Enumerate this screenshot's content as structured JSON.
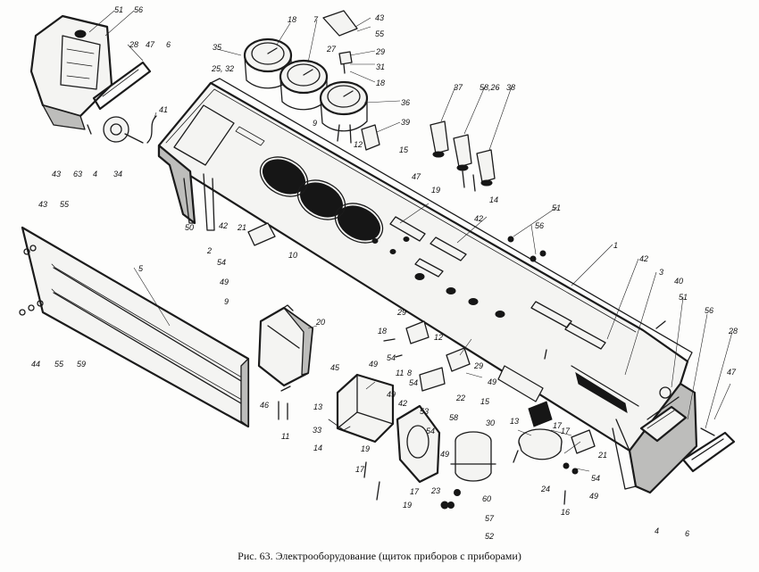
{
  "caption": "Рис. 63. Электрооборудование (щиток приборов с приборами)",
  "callouts": [
    {
      "id": "c51a",
      "label": "51"
    },
    {
      "id": "c56a",
      "label": "56"
    },
    {
      "id": "c28a",
      "label": "28"
    },
    {
      "id": "c47a",
      "label": "47"
    },
    {
      "id": "c6a",
      "label": "6"
    },
    {
      "id": "c41",
      "label": "41"
    },
    {
      "id": "c43a",
      "label": "43"
    },
    {
      "id": "c63",
      "label": "63"
    },
    {
      "id": "c4a",
      "label": "4"
    },
    {
      "id": "c34",
      "label": "34"
    },
    {
      "id": "c18a",
      "label": "18"
    },
    {
      "id": "c7",
      "label": "7"
    },
    {
      "id": "c35",
      "label": "35"
    },
    {
      "id": "c27",
      "label": "27"
    },
    {
      "id": "c25",
      "label": "25, 32"
    },
    {
      "id": "c43b",
      "label": "43"
    },
    {
      "id": "c55a",
      "label": "55"
    },
    {
      "id": "c29a",
      "label": "29"
    },
    {
      "id": "c31",
      "label": "31"
    },
    {
      "id": "c18b",
      "label": "18"
    },
    {
      "id": "c36",
      "label": "36"
    },
    {
      "id": "c9",
      "label": "9"
    },
    {
      "id": "c39",
      "label": "39"
    },
    {
      "id": "c12a",
      "label": "12"
    },
    {
      "id": "c15a",
      "label": "15"
    },
    {
      "id": "c37",
      "label": "37"
    },
    {
      "id": "c58b",
      "label": "58,26"
    },
    {
      "id": "c38",
      "label": "38"
    },
    {
      "id": "c19a",
      "label": "19"
    },
    {
      "id": "c14a",
      "label": "14"
    },
    {
      "id": "c47b",
      "label": "47"
    },
    {
      "id": "c42a",
      "label": "42"
    },
    {
      "id": "c50",
      "label": "50"
    },
    {
      "id": "c2",
      "label": "2"
    },
    {
      "id": "c42b",
      "label": "42"
    },
    {
      "id": "c51b",
      "label": "51"
    },
    {
      "id": "c56b",
      "label": "56"
    },
    {
      "id": "c1",
      "label": "1"
    },
    {
      "id": "c43c",
      "label": "43"
    },
    {
      "id": "c55b",
      "label": "55"
    },
    {
      "id": "c21a",
      "label": "21"
    },
    {
      "id": "c10",
      "label": "10"
    },
    {
      "id": "c54a",
      "label": "54"
    },
    {
      "id": "c49a",
      "label": "49"
    },
    {
      "id": "c9b",
      "label": "9"
    },
    {
      "id": "c42c",
      "label": "42"
    },
    {
      "id": "c3",
      "label": "3"
    },
    {
      "id": "c5",
      "label": "5"
    },
    {
      "id": "c40",
      "label": "40"
    },
    {
      "id": "c44",
      "label": "44"
    },
    {
      "id": "c55c",
      "label": "55"
    },
    {
      "id": "c59",
      "label": "59"
    },
    {
      "id": "c20",
      "label": "20"
    },
    {
      "id": "c29b",
      "label": "29"
    },
    {
      "id": "c18c",
      "label": "18"
    },
    {
      "id": "c12b",
      "label": "12"
    },
    {
      "id": "c54b",
      "label": "54"
    },
    {
      "id": "c49b",
      "label": "49"
    },
    {
      "id": "c11a",
      "label": "11"
    },
    {
      "id": "c29c",
      "label": "29"
    },
    {
      "id": "c51c",
      "label": "51"
    },
    {
      "id": "c56c",
      "label": "56"
    },
    {
      "id": "c28b",
      "label": "28"
    },
    {
      "id": "c45",
      "label": "45"
    },
    {
      "id": "c8",
      "label": "8"
    },
    {
      "id": "c54c",
      "label": "54"
    },
    {
      "id": "c49c",
      "label": "49"
    },
    {
      "id": "c22",
      "label": "22"
    },
    {
      "id": "c49d",
      "label": "49"
    },
    {
      "id": "c13a",
      "label": "13"
    },
    {
      "id": "c42d",
      "label": "42"
    },
    {
      "id": "c15b",
      "label": "15"
    },
    {
      "id": "c46",
      "label": "46"
    },
    {
      "id": "c53",
      "label": "53"
    },
    {
      "id": "c58",
      "label": "58"
    },
    {
      "id": "c33",
      "label": "33"
    },
    {
      "id": "c54d",
      "label": "54"
    },
    {
      "id": "c30",
      "label": "30"
    },
    {
      "id": "c13b",
      "label": "13"
    },
    {
      "id": "c17a",
      "label": "17"
    },
    {
      "id": "c11b",
      "label": "11"
    },
    {
      "id": "c14b",
      "label": "14"
    },
    {
      "id": "c19b",
      "label": "19"
    },
    {
      "id": "c49e",
      "label": "49"
    },
    {
      "id": "c47c",
      "label": "47"
    },
    {
      "id": "c17b",
      "label": "17"
    },
    {
      "id": "c21b",
      "label": "21"
    },
    {
      "id": "c17c",
      "label": "17"
    },
    {
      "id": "c23",
      "label": "23"
    },
    {
      "id": "c60",
      "label": "60"
    },
    {
      "id": "c17d",
      "label": "17"
    },
    {
      "id": "c24",
      "label": "24"
    },
    {
      "id": "c54e",
      "label": "54"
    },
    {
      "id": "c19c",
      "label": "19"
    },
    {
      "id": "c57",
      "label": "57"
    },
    {
      "id": "c49f",
      "label": "49"
    },
    {
      "id": "c16",
      "label": "16"
    },
    {
      "id": "c4b",
      "label": "4"
    },
    {
      "id": "c6b",
      "label": "6"
    },
    {
      "id": "c52",
      "label": "52"
    }
  ]
}
